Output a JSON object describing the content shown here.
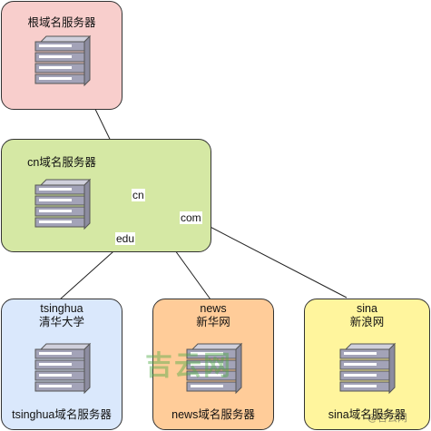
{
  "nodes": {
    "root": {
      "title": "根域名服务器",
      "fill": "#f8cecc"
    },
    "cn": {
      "title": "cn域名服务器",
      "fill": "#d5e8a4"
    },
    "tsinghua": {
      "top": "tsinghua",
      "sub": "清华大学",
      "title": "tsinghua域名服务器",
      "fill": "#dae8fc"
    },
    "news": {
      "top": "news",
      "sub": "新华网",
      "title": "news域名服务器",
      "fill": "#ffcc99"
    },
    "sina": {
      "top": "sina",
      "sub": "新浪网",
      "title": "sina域名服务器",
      "fill": "#fff59d"
    }
  },
  "edges": {
    "cn": "cn",
    "com": "com",
    "edu": "edu"
  },
  "watermark": {
    "text": "吉云网",
    "small": "@吉云网"
  },
  "server_icon": {
    "name": "server-icon",
    "color": "#a3a3b8"
  }
}
